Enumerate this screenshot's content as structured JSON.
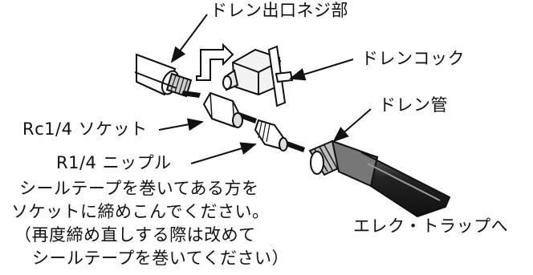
{
  "labels": {
    "drain_outlet_thread": "ドレン出口ネジ部",
    "drain_cock": "ドレンコック",
    "drain_pipe": "ドレン管",
    "rc_socket": "Rc1/4 ソケット",
    "r_nipple": "R1/4 ニップル",
    "to_trap": "エレク・トラップへ"
  },
  "instructions": [
    "シールテープを巻いてある方を",
    "ソケットに締めこんでください。",
    "（再度締め直しする際は改めて",
    "シールテープを巻いてください）"
  ]
}
